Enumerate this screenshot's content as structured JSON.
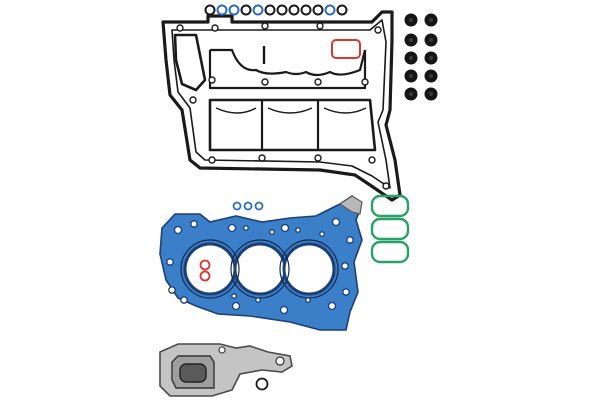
{
  "image": {
    "subject": "engine-head-gasket-set",
    "background": "#ffffff",
    "colors": {
      "valve_cover_gasket": "#1a1a1a",
      "head_gasket_blue": "#3a7fc8",
      "head_gasket_dark": "#1d3f73",
      "seal_ring_dark": "#151515",
      "oring_red": "#d9362c",
      "oring_green": "#2aa06a",
      "oring_blue": "#2a6ebb",
      "exhaust_gasket_grey": "#b8b8b8"
    },
    "parts": [
      "valve-cover-gasket",
      "valve-stem-seals",
      "cylinder-head-gasket",
      "intake-port-seals",
      "small-o-rings",
      "exhaust-heat-shield-gasket"
    ]
  }
}
